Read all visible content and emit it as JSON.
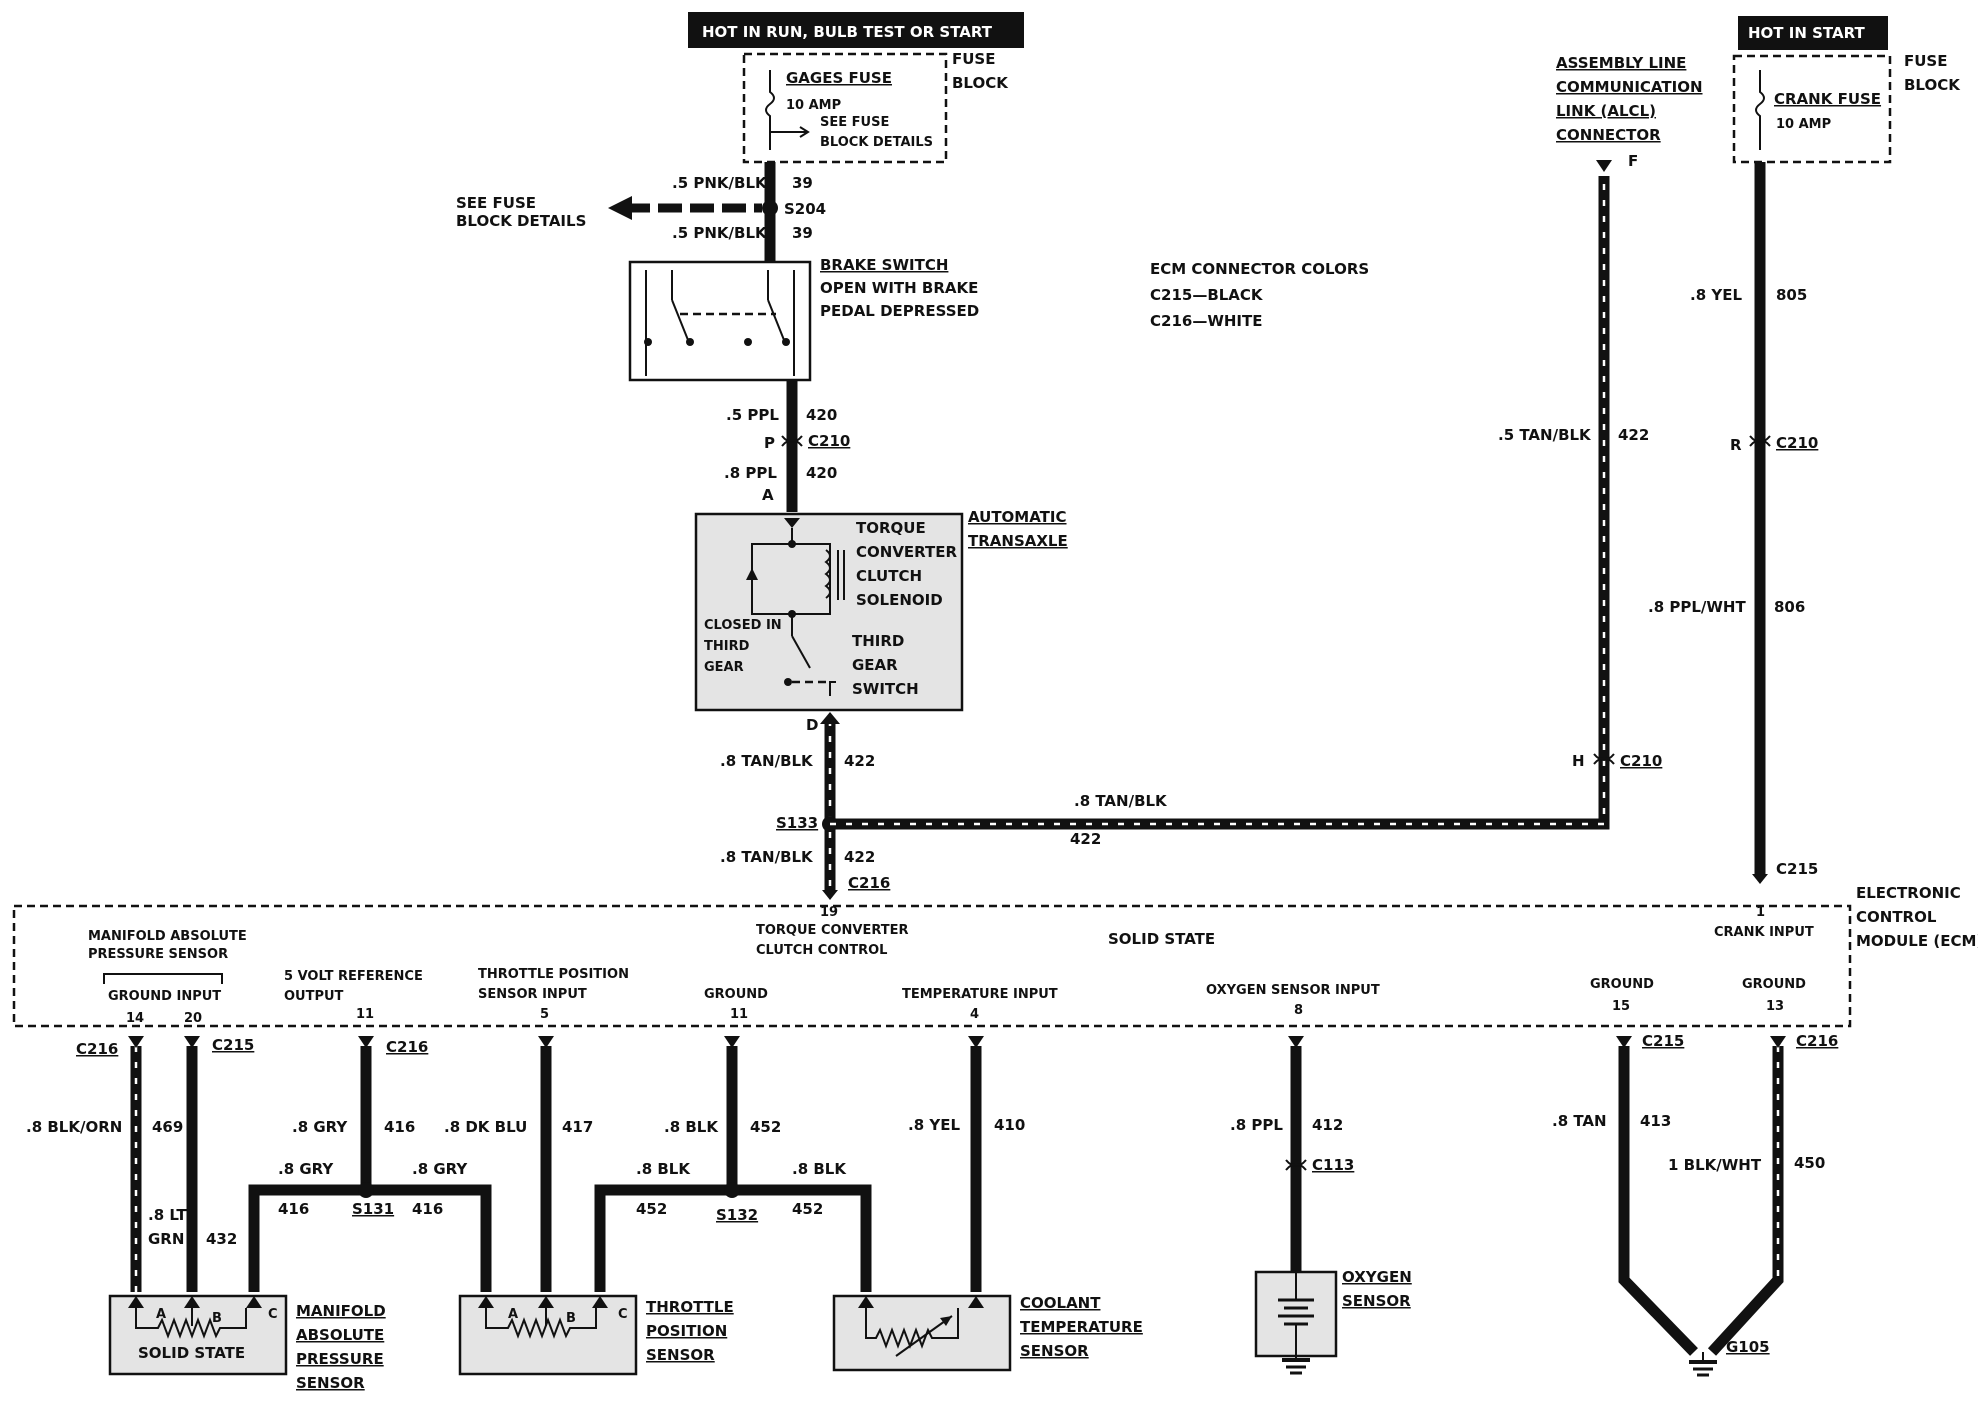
{
  "power": {
    "run_header": "HOT IN RUN,  BULB TEST OR START",
    "start_header": "HOT IN START"
  },
  "gages_fuse": {
    "name": "GAGES FUSE",
    "rating": "10 AMP",
    "note_line1": "SEE FUSE",
    "note_line2": "BLOCK DETAILS",
    "block_line1": "FUSE",
    "block_line2": "BLOCK"
  },
  "crank_fuse": {
    "name": "CRANK FUSE",
    "rating": "10 AMP",
    "block_line1": "FUSE",
    "block_line2": "BLOCK"
  },
  "alcl": {
    "line1": "ASSEMBLY LINE",
    "line2": "COMMUNICATION",
    "line3": "LINK (ALCL)",
    "line4": "CONNECTOR",
    "pin": "F"
  },
  "see_fuse": {
    "line1": "SEE FUSE",
    "line2": "BLOCK DETAILS"
  },
  "splices": {
    "s204": "S204",
    "s133": "S133",
    "s131": "S131",
    "s132": "S132"
  },
  "brake_switch": {
    "title": "BRAKE SWITCH",
    "line2": "OPEN WITH BRAKE",
    "line3": "PEDAL DEPRESSED"
  },
  "ecm_colors": {
    "title": "ECM CONNECTOR COLORS",
    "c215": "C215—BLACK",
    "c216": "C216—WHITE"
  },
  "transaxle": {
    "title1": "AUTOMATIC",
    "title2": "TRANSAXLE",
    "tcc1": "TORQUE",
    "tcc2": "CONVERTER",
    "tcc3": "CLUTCH",
    "tcc4": "SOLENOID",
    "closed1": "CLOSED IN",
    "closed2": "THIRD",
    "closed3": "GEAR",
    "sw1": "THIRD",
    "sw2": "GEAR",
    "sw3": "SWITCH",
    "pin_top": "A",
    "pin_bottom": "D"
  },
  "wires": {
    "pnk_blk": ".5 PNK/BLK",
    "c39": "39",
    "ppl5": ".5 PPL",
    "ppl8": ".8 PPL",
    "c420": "420",
    "tan_blk8": ".8 TAN/BLK",
    "tan_blk5": ".5 TAN/BLK",
    "c422": "422",
    "yel8": ".8 YEL",
    "c805": "805",
    "ppl_wht": ".8 PPL/WHT",
    "c806": "806",
    "blk_orn": ".8 BLK/ORN",
    "c469": "469",
    "lt_grn1": ".8 LT",
    "lt_grn2": "GRN",
    "c432": "432",
    "gry8": ".8 GRY",
    "c416": "416",
    "dk_blu": ".8 DK BLU",
    "c417": "417",
    "blk8": ".8 BLK",
    "c452": "452",
    "c410": "410",
    "c412": "412",
    "tan8": ".8 TAN",
    "c413": "413",
    "blk_wht": "1 BLK/WHT",
    "c450": "450"
  },
  "connectors": {
    "c210": "C210",
    "c215": "C215",
    "c216": "C216",
    "c113": "C113",
    "pin_p": "P",
    "pin_r": "R",
    "pin_h": "H"
  },
  "ecm": {
    "title1": "ELECTRONIC",
    "title2": "CONTROL",
    "title3": "MODULE (ECM)",
    "solid_state": "SOLID STATE",
    "map1": "MANIFOLD ABSOLUTE",
    "map2": "PRESSURE SENSOR",
    "ground_input": "GROUND  INPUT",
    "pin14": "14",
    "pin20": "20",
    "vref1": "5 VOLT REFERENCE",
    "vref2": "OUTPUT",
    "pin11a": "11",
    "tps1": "THROTTLE POSITION",
    "tps2": "SENSOR INPUT",
    "pin5": "5",
    "ground": "GROUND",
    "pin11b": "11",
    "tcc1": "TORQUE CONVERTER",
    "tcc2": "CLUTCH CONTROL",
    "pin19": "19",
    "temp": "TEMPERATURE INPUT",
    "pin4": "4",
    "o2": "OXYGEN SENSOR  INPUT",
    "pin8": "8",
    "ground15": "GROUND",
    "pin15": "15",
    "ground13": "GROUND",
    "pin13": "13",
    "crank": "CRANK INPUT",
    "pin1": "1"
  },
  "sensors": {
    "map_label1": "MANIFOLD",
    "map_label2": "ABSOLUTE",
    "map_label3": "PRESSURE",
    "map_label4": "SENSOR",
    "solid_state": "SOLID STATE",
    "pin_a": "A",
    "pin_b": "B",
    "pin_c": "C",
    "tps_label1": "THROTTLE",
    "tps_label2": "POSITION",
    "tps_label3": "SENSOR",
    "cts_label1": "COOLANT",
    "cts_label2": "TEMPERATURE",
    "cts_label3": "SENSOR",
    "o2_label1": "OXYGEN",
    "o2_label2": "SENSOR",
    "ground_g105": "G105"
  }
}
